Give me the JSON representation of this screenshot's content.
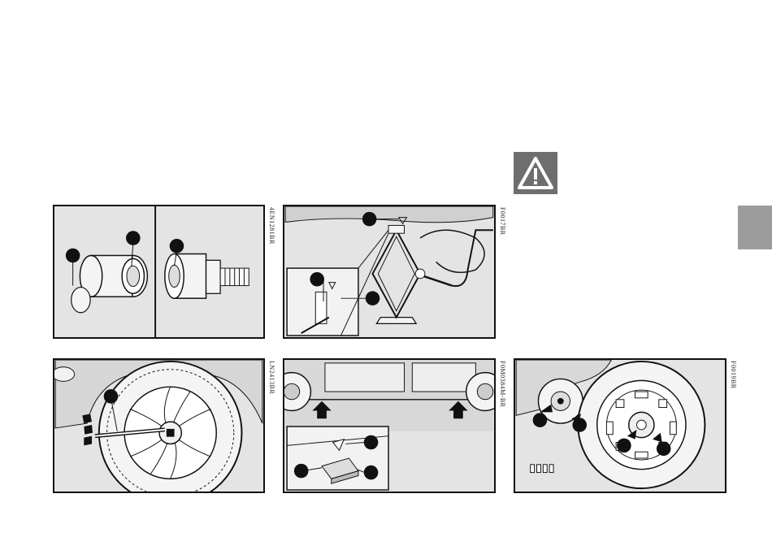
{
  "page": {
    "side_tab_color": "#9c9c9c",
    "warning_icon": "warning-triangle-icon"
  },
  "figures": [
    {
      "id": "fig1",
      "code": "4EN1281BR",
      "subject": "anti-theft bolt adapter"
    },
    {
      "id": "fig2",
      "code": "F0017BR",
      "subject": "scissor jack under sill"
    },
    {
      "id": "fig3",
      "code": "LN2413BR",
      "subject": "loosening wheel bolts"
    },
    {
      "id": "fig4",
      "code": "F0M0384M-BR",
      "subject": "jack lifting points"
    },
    {
      "id": "fig5",
      "code": "F0019BR",
      "subject": "spare wheel fitting"
    }
  ]
}
